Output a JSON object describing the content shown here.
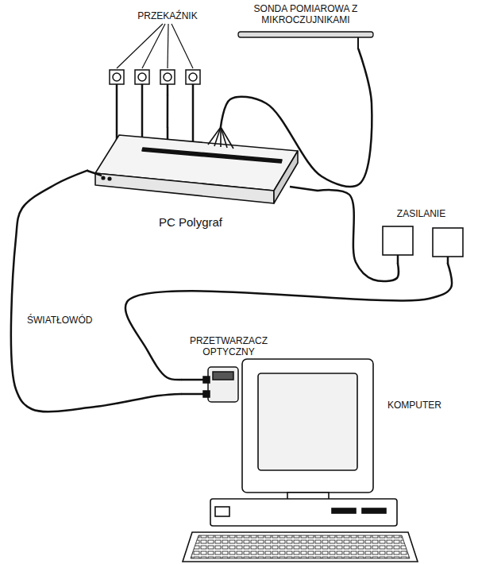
{
  "diagram": {
    "nodes": [
      {
        "text": [
          "PRZEKAŹNIK"
        ]
      },
      {
        "text": [
          "SONDA POMIAROWA Z MIKROCZUJNIKAMI"
        ]
      },
      {
        "text": [
          "PC Polygraf"
        ]
      },
      {
        "text": [
          "ZASILANIE"
        ]
      },
      {
        "text": [
          "PRZETWARZACZ OPTYCZNY"
        ]
      },
      {
        "text": [
          "KOMPUTER"
        ]
      }
    ],
    "edges": [
      {
        "from": 0,
        "to": 2,
        "arrow": "none"
      },
      {
        "from": 1,
        "to": 2,
        "arrow": "none"
      },
      {
        "from": 2,
        "to": 3,
        "arrow": "none"
      },
      {
        "from": 3,
        "to": 4,
        "arrow": "none"
      },
      {
        "from": 2,
        "to": 4,
        "label": "ŚWIATŁOWÓD",
        "arrow": "none"
      }
    ]
  }
}
